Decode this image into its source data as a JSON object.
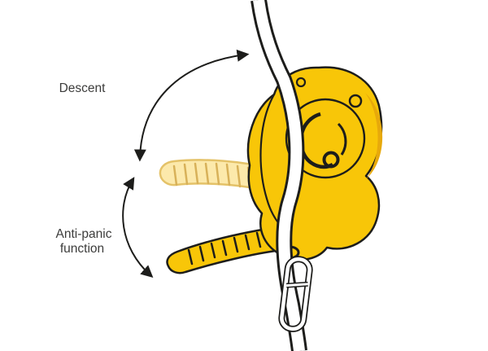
{
  "diagram": {
    "subject": "descender-handle-positions",
    "labels": {
      "descent": "Descent",
      "anti_panic_line1": "Anti-panic",
      "anti_panic_line2": "function"
    },
    "colors": {
      "background": "#ffffff",
      "outline": "#1d1d1b",
      "device_yellow": "#f8c608",
      "device_shade": "#e7a90b",
      "ghost_fill": "#fce9ab",
      "ghost_outline": "#e4c268",
      "ghost_ridge": "#d8b159",
      "label_text": "#3c3c3b"
    }
  }
}
